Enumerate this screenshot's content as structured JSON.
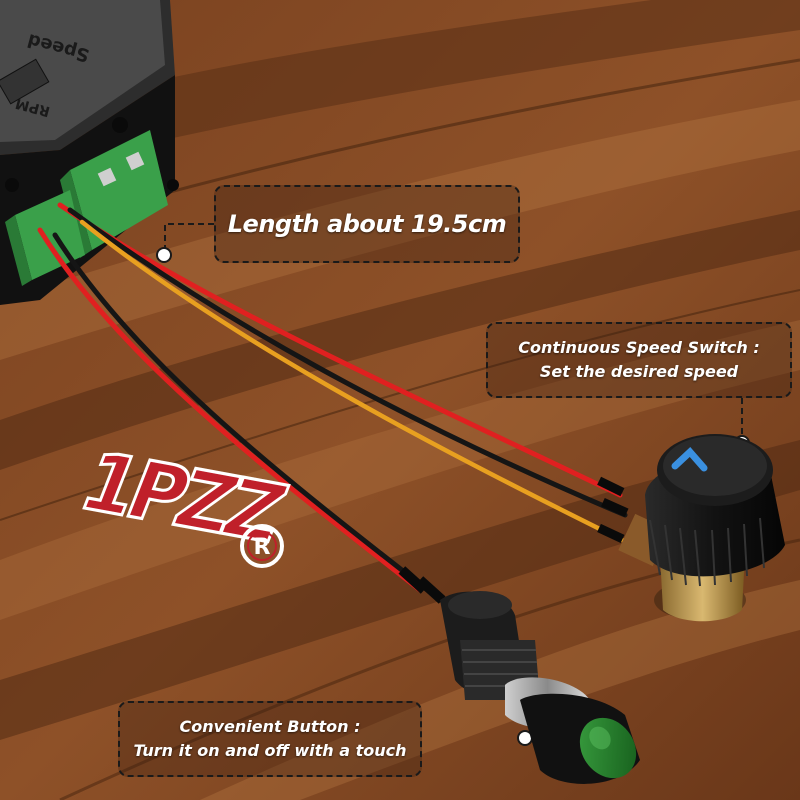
{
  "callouts": {
    "length": {
      "text": "Length about 19.5cm"
    },
    "speed_switch": {
      "line1": "Continuous Speed Switch :",
      "line2": "Set the desired speed"
    },
    "button": {
      "line1": "Convenient Button :",
      "line2": "Turn it on and off with a touch"
    }
  },
  "device": {
    "label_top": "Speed",
    "label_rpm": "RPM"
  },
  "brand": {
    "mark": "1PZZ",
    "registered": "R"
  },
  "colors": {
    "wood_dark": "#5a2f16",
    "wood_mid": "#8a4f28",
    "wood_light": "#b97a45",
    "wire_red": "#e02020",
    "wire_black": "#151515",
    "wire_yellow": "#e8a020",
    "terminal_green": "#3aa04a",
    "button_green": "#1f7a2a",
    "logo_red": "#c0202a"
  }
}
